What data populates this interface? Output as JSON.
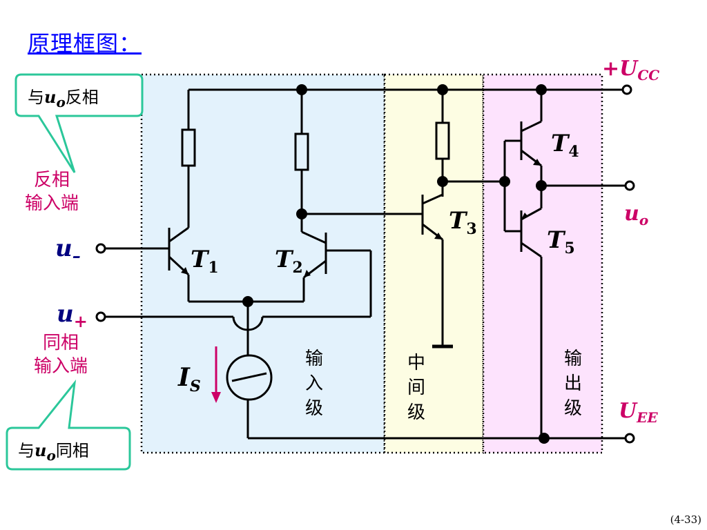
{
  "title": "原理框图：",
  "callout_inverting": {
    "prefix": "与",
    "var": "u",
    "sub": "o",
    "suffix": "反相"
  },
  "callout_noninverting": {
    "prefix": "与",
    "var": "u",
    "sub": "o",
    "suffix": "同相"
  },
  "label_inverting_input": [
    "反相",
    "输入端"
  ],
  "label_noninverting_input": [
    "同相",
    "输入端"
  ],
  "input_minus": {
    "var": "u",
    "sub": "–"
  },
  "input_plus": {
    "var": "u",
    "sub": "+"
  },
  "supply_pos": {
    "prefix": "+",
    "var": "U",
    "sub": "CC"
  },
  "supply_neg": {
    "var": "U",
    "sub": "EE"
  },
  "output": {
    "var": "u",
    "sub": "o"
  },
  "current_source": {
    "var": "I",
    "sub": "S"
  },
  "transistors": [
    {
      "var": "T",
      "sub": "1"
    },
    {
      "var": "T",
      "sub": "2"
    },
    {
      "var": "T",
      "sub": "3"
    },
    {
      "var": "T",
      "sub": "4"
    },
    {
      "var": "T",
      "sub": "5"
    }
  ],
  "stages": {
    "input": [
      "输",
      "入",
      "级"
    ],
    "middle": [
      "中",
      "间",
      "级"
    ],
    "output": [
      "输",
      "出",
      "级"
    ]
  },
  "page_number": "(4-33)",
  "colors": {
    "title": "#0000ff",
    "pink": "#cc0066",
    "navy": "#000080",
    "callout_border": "#2bc79a",
    "input_stage": "#e3f2fc",
    "middle_stage": "#fdfde3",
    "output_stage": "#fde3fd"
  }
}
